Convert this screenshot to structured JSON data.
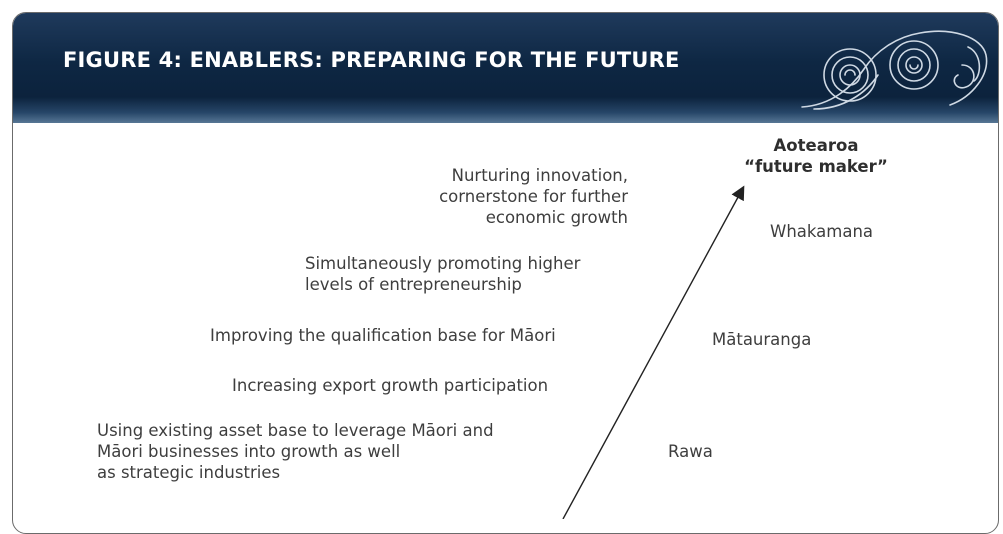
{
  "header": {
    "title": "FIGURE 4: ENABLERS: PREPARING FOR THE FUTURE",
    "decoration_icon": "koru-spiral-icon"
  },
  "diagram": {
    "goal": "Aotearoa\n“future maker”",
    "enablers": [
      "Nurturing innovation,\ncornerstone for further\neconomic growth",
      "Simultaneously promoting higher\nlevels of entrepreneurship",
      "Improving the qualification base for Māori",
      "Increasing export growth participation",
      "Using existing asset base to leverage Māori and\nMāori businesses into growth as well\nas strategic industries"
    ],
    "stages": [
      "Whakamana",
      "Mātauranga",
      "Rawa"
    ]
  },
  "colors": {
    "banner_top": "#1f3a5c",
    "banner_bottom": "#0a1f38",
    "text": "#3e3e3e",
    "border": "#6b6b6b"
  }
}
